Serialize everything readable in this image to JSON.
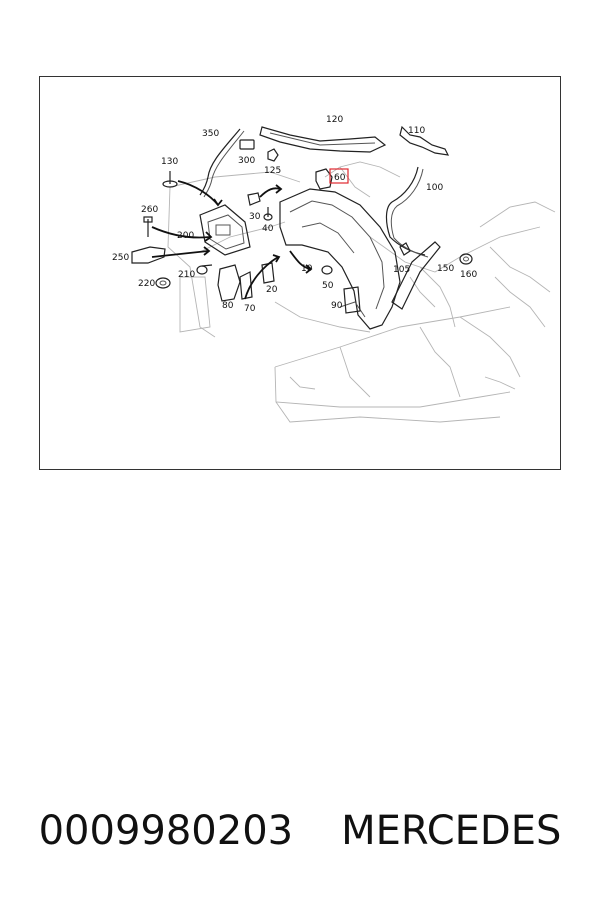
{
  "diagram": {
    "callouts": [
      {
        "id": "350",
        "label": "350"
      },
      {
        "id": "120",
        "label": "120"
      },
      {
        "id": "110",
        "label": "110"
      },
      {
        "id": "130",
        "label": "130"
      },
      {
        "id": "300",
        "label": "300"
      },
      {
        "id": "125",
        "label": "125"
      },
      {
        "id": "60",
        "label": "60"
      },
      {
        "id": "100",
        "label": "100"
      },
      {
        "id": "260",
        "label": "260"
      },
      {
        "id": "30",
        "label": "30"
      },
      {
        "id": "40",
        "label": "40"
      },
      {
        "id": "200",
        "label": "200"
      },
      {
        "id": "250",
        "label": "250"
      },
      {
        "id": "105",
        "label": "105"
      },
      {
        "id": "150",
        "label": "150"
      },
      {
        "id": "160",
        "label": "160"
      },
      {
        "id": "210",
        "label": "210"
      },
      {
        "id": "10",
        "label": "10"
      },
      {
        "id": "220",
        "label": "220"
      },
      {
        "id": "20",
        "label": "20"
      },
      {
        "id": "50",
        "label": "50"
      },
      {
        "id": "80",
        "label": "80"
      },
      {
        "id": "70",
        "label": "70"
      },
      {
        "id": "90",
        "label": "90"
      }
    ],
    "highlighted_callout": "60",
    "highlight_color": "#e0282f"
  },
  "caption": {
    "part_number": "0009980203",
    "brand": "MERCEDES"
  }
}
